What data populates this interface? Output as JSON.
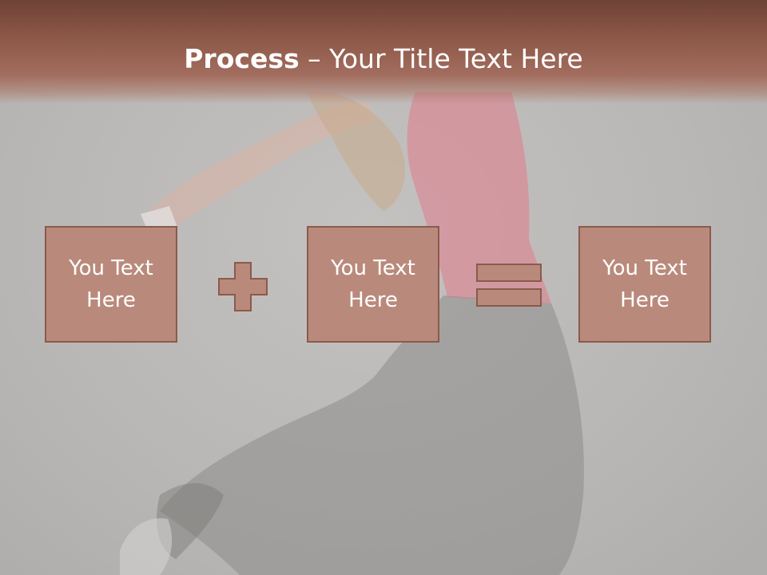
{
  "slide": {
    "title_bold": "Process",
    "title_rest": " – Your Title Text Here",
    "boxes": [
      {
        "text": "You Text Here"
      },
      {
        "text": "You Text Here"
      },
      {
        "text": "You Text Here"
      }
    ],
    "operators": [
      "plus-icon",
      "equals-icon"
    ],
    "colors": {
      "title_bar": "#8f5a4a",
      "box_fill": "#b98a7b",
      "box_border": "#8a5a4c",
      "background": "#bcbab8"
    }
  }
}
